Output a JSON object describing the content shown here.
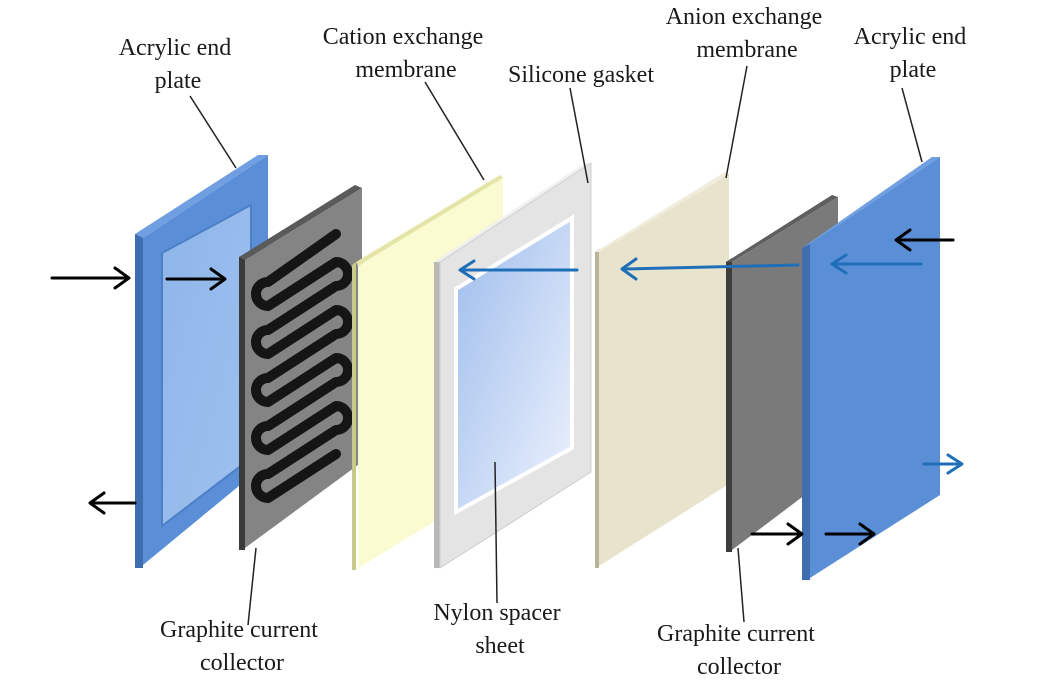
{
  "labels": {
    "acrylic_left": [
      "Acrylic end",
      "plate"
    ],
    "cation": [
      "Cation exchange",
      "membrane"
    ],
    "silicone": [
      "Silicone gasket"
    ],
    "anion": [
      "Anion exchange",
      "membrane"
    ],
    "acrylic_right": [
      "Acrylic end",
      "plate"
    ],
    "graphite_left": [
      "Graphite current",
      "collector"
    ],
    "nylon": [
      "Nylon spacer",
      "sheet"
    ],
    "graphite_right": [
      "Graphite current",
      "collector"
    ]
  },
  "colors": {
    "acrylic": "#5a8fd8",
    "acrylic_edge": "#3f6eb0",
    "graphite": "#7a7a7a",
    "graphite_edge": "#4a4a4a",
    "cation_membrane": "#fbfbd2",
    "gasket": "#e6e6e6",
    "spacer": "#a9c4ee",
    "anion_membrane": "#e7e3cc",
    "flow_arrow_blue": "#1f6fb8",
    "flow_arrow_black": "#000000"
  }
}
